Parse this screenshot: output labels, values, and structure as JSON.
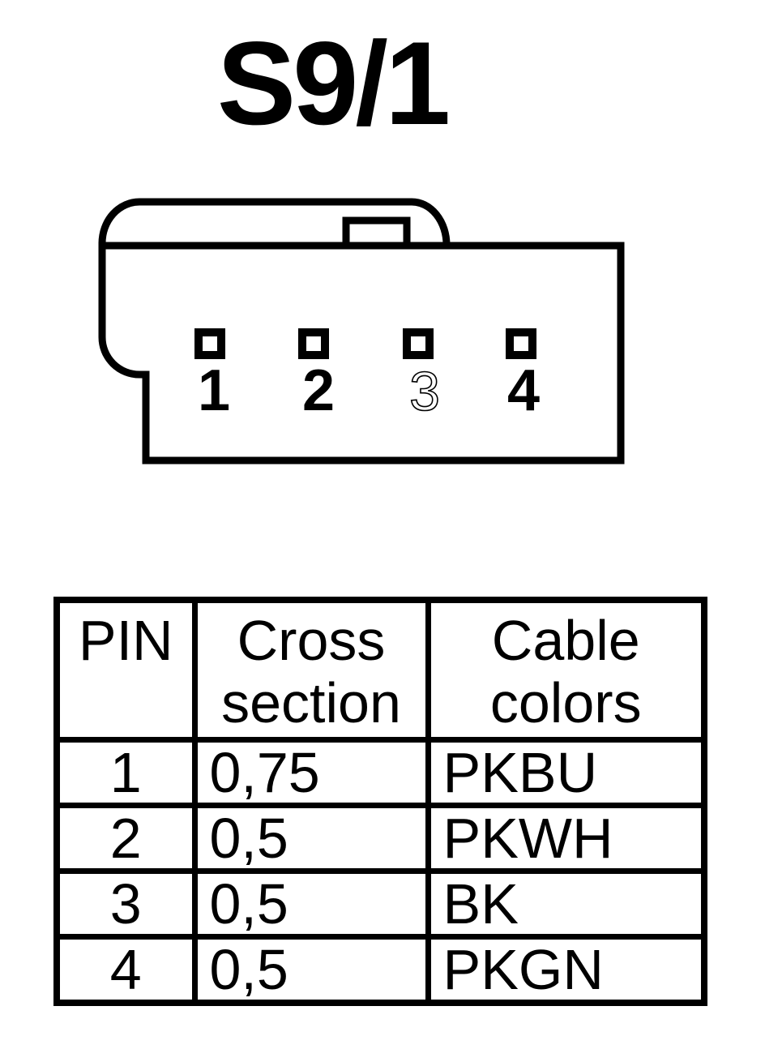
{
  "title": "S9/1",
  "colors": {
    "ink": "#000000",
    "background": "#ffffff"
  },
  "connector": {
    "description": "4-pin connector housing, front view with latch tab",
    "pins": [
      {
        "number": "1"
      },
      {
        "number": "2"
      },
      {
        "number": "3"
      },
      {
        "number": "4"
      }
    ]
  },
  "table": {
    "headers": [
      {
        "lines": [
          "PIN"
        ]
      },
      {
        "lines": [
          "Cross",
          "section"
        ]
      },
      {
        "lines": [
          "Cable",
          "colors"
        ]
      }
    ],
    "rows": [
      {
        "pin": "1",
        "cross_section": "0,75",
        "cable_color": "PKBU"
      },
      {
        "pin": "2",
        "cross_section": "0,5",
        "cable_color": "PKWH"
      },
      {
        "pin": "3",
        "cross_section": "0,5",
        "cable_color": "BK"
      },
      {
        "pin": "4",
        "cross_section": "0,5",
        "cable_color": "PKGN"
      }
    ]
  }
}
